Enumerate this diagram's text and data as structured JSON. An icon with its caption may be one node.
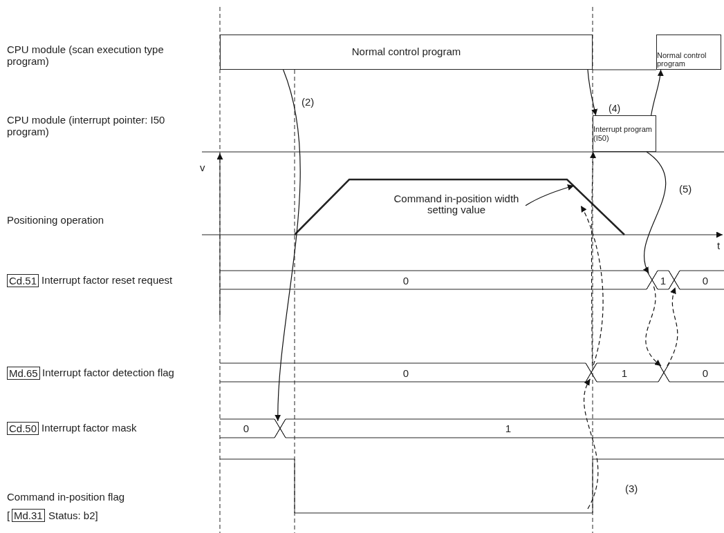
{
  "diagram": {
    "nodes": [
      {
        "text": [
          "Normal control program"
        ]
      },
      {
        "text": [
          "Normal control program"
        ]
      },
      {
        "text": [
          "Interrupt program (I50)"
        ],
        "beside": [
          "(4)"
        ]
      },
      {
        "text": [
          "Command in-position width setting value"
        ]
      },
      {
        "text": [],
        "shape": "cross"
      },
      {
        "text": [],
        "shape": "cross"
      },
      {
        "text": [],
        "shape": "cross"
      },
      {
        "text": [],
        "shape": "cross"
      },
      {
        "text": [],
        "shape": "cross"
      }
    ],
    "edges": [
      {
        "from": 0,
        "to": 2,
        "arrow": "to"
      },
      {
        "from": 2,
        "to": 1,
        "arrow": "to"
      },
      {
        "from": 0,
        "to": 8,
        "arrow": "to",
        "label": "(2)"
      },
      {
        "from": 3,
        "to": null,
        "arrow": "to"
      },
      {
        "from": 2,
        "to": 4,
        "arrow": "to",
        "label": "(5)"
      },
      {
        "from": 4,
        "to": 7,
        "arrow": "to",
        "style": "dashed"
      },
      {
        "from": 7,
        "to": 5,
        "arrow": "to",
        "style": "dashed"
      },
      {
        "from": null,
        "to": 6,
        "arrow": "to",
        "style": "dashed",
        "label": "(3)"
      },
      {
        "from": 6,
        "to": 2,
        "arrow": "to",
        "style": "dashed"
      },
      {
        "from": 6,
        "to": null,
        "arrow": "to",
        "style": "dashed"
      }
    ],
    "labels": [
      "CPU module (scan execution type program)",
      "CPU module (interrupt pointer: I50 program)",
      "v",
      "Positioning operation",
      "t",
      "Cd.51",
      "Interrupt factor reset request",
      "0",
      "1",
      "0",
      "Md.65",
      "Interrupt factor detection flag",
      "0",
      "1",
      "0",
      "Cd.50",
      "Interrupt factor mask",
      "0",
      "1",
      "Command in-position flag",
      "[",
      "Md.31",
      "Status: b2]"
    ]
  }
}
